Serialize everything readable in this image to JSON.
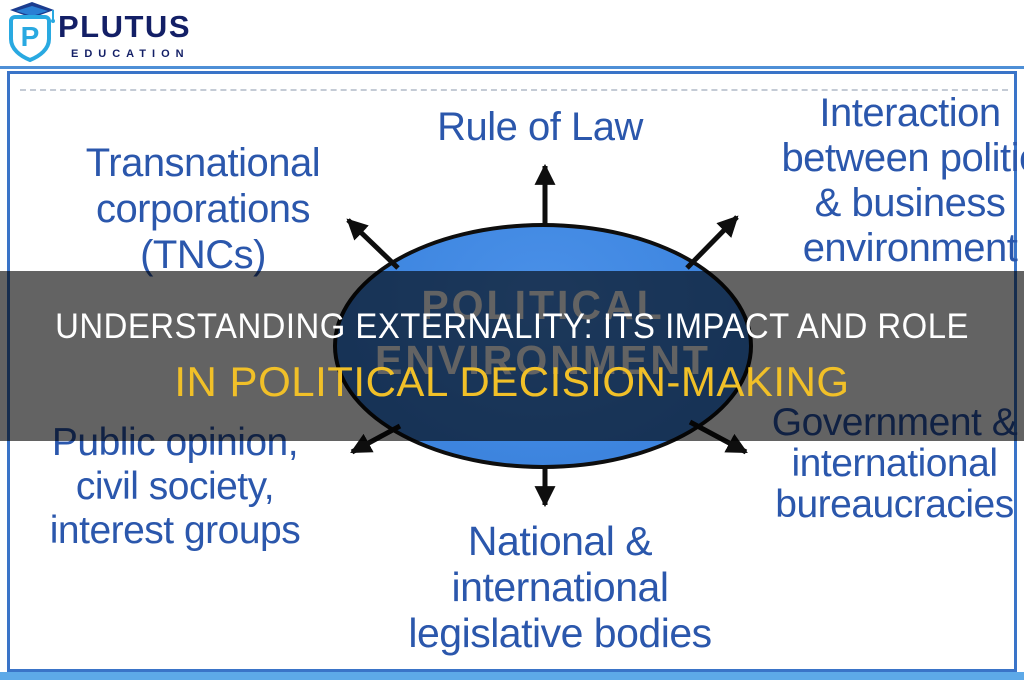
{
  "header": {
    "brand": "PLUTUS",
    "brand_sub": "EDUCATION",
    "logo_letter": "P"
  },
  "overlay_banner": {
    "line1": "UNDERSTANDING EXTERNALITY: ITS IMPACT AND ROLE",
    "line2": "IN POLITICAL DECISION-MAKING"
  },
  "diagram": {
    "center": {
      "line1": "POLITICAL",
      "line2": "ENVIRONMENT"
    },
    "nodes": {
      "rule_of_law": {
        "lines": [
          "Rule of Law"
        ]
      },
      "interaction": {
        "lines": [
          "Interaction",
          "between politic",
          "& business",
          "environment"
        ]
      },
      "transnational": {
        "lines": [
          "Transnational",
          "corporations",
          "(TNCs)"
        ]
      },
      "public_opinion": {
        "lines": [
          "Public opinion,",
          "civil society,",
          "interest groups"
        ]
      },
      "government": {
        "lines": [
          "Government &",
          "international",
          "bureaucracies"
        ]
      },
      "legislative": {
        "lines": [
          "National &",
          "international",
          "legislative bodies"
        ]
      }
    }
  },
  "colors": {
    "label_blue": "#2b57ac",
    "ellipse_fill": "#3e86e0",
    "ellipse_outline": "#0e0e0e",
    "banner_white": "#ffffff",
    "banner_yellow": "#f1c028",
    "banner_overlay": "rgba(0,0,0,0.61)",
    "brand_navy": "#131f66",
    "logo_light_blue": "#29a9e1",
    "frame_border_blue": "#3a74c8",
    "bottom_band_blue": "#5da9e8"
  }
}
